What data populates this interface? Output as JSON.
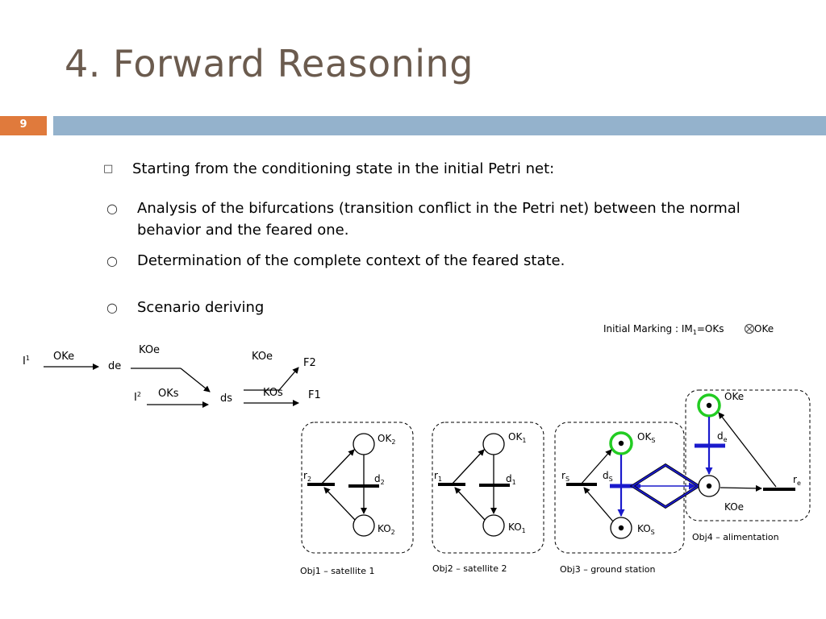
{
  "slide": {
    "title": "4. Forward Reasoning",
    "number": "9"
  },
  "bullets": [
    {
      "marker": "□",
      "text": "Starting from the conditioning state in the initial Petri net:"
    },
    {
      "marker": "○",
      "text": "Analysis of the bifurcations (transition conflict in the Petri net) between  the normal behavior and the feared one."
    },
    {
      "marker": "○",
      "text": "Determination of the complete context of the feared state."
    },
    {
      "marker": "○",
      "text": "Scenario deriving"
    }
  ],
  "initial_marking": {
    "prefix": "Initial Marking : IM",
    "sub": "1",
    "mid": "=OKs",
    "suffix": " OKe"
  },
  "scenario": {
    "i1": "I",
    "i1_sup": "1",
    "oke": "OKe",
    "de": "de",
    "koe_top": "KOe",
    "koe_right": "KOe",
    "f2": "F2",
    "i2": "I",
    "i2_sup": "2",
    "oks": "OKs",
    "ds": "ds",
    "kos": "KOs",
    "f1": "F1"
  },
  "objects": [
    {
      "caption": "Obj1 – satellite 1",
      "ok": "OK",
      "ok_sub": "2",
      "ko": "KO",
      "ko_sub": "2",
      "r": "r",
      "r_sub": "2",
      "d": "d",
      "d_sub": "2"
    },
    {
      "caption": "Obj2 – satellite 2",
      "ok": "OK",
      "ok_sub": "1",
      "ko": "KO",
      "ko_sub": "1",
      "r": "r",
      "r_sub": "1",
      "d": "d",
      "d_sub": "1"
    },
    {
      "caption": "Obj3 – ground station",
      "ok": "OK",
      "ok_sub": "S",
      "ko": "KO",
      "ko_sub": "S",
      "r": "r",
      "r_sub": "S",
      "d": "d",
      "d_sub": "S"
    },
    {
      "caption": "Obj4 – alimentation",
      "ok": "OKe",
      "ko": "KOe",
      "r": "r",
      "r_sub": "e",
      "d": "d",
      "d_sub": "e"
    }
  ],
  "colors": {
    "title": "#6b5b4e",
    "accent": "#e07a3c",
    "bar": "#94b2cc",
    "highlight": "#1a1acc",
    "token_ring": "#22cc22"
  }
}
